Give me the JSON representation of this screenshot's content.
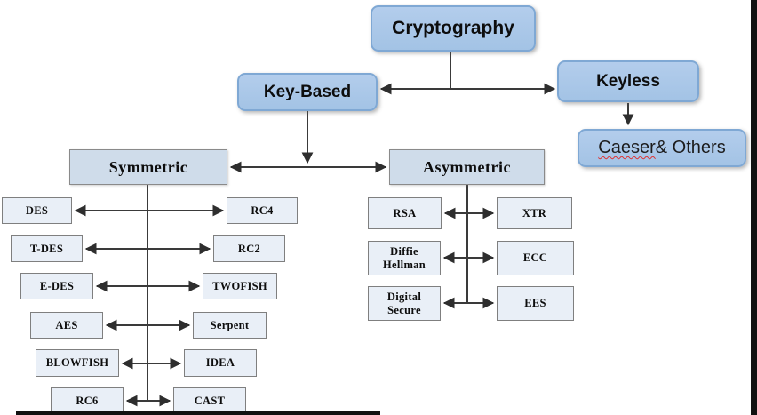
{
  "nodes": {
    "cryptography": "Cryptography",
    "key_based": "Key-Based",
    "keyless": "Keyless",
    "caeser_word": "Caeser",
    "caeser_rest": " & Others"
  },
  "symmetric": {
    "label": "Symmetric",
    "left_items": [
      "DES",
      "T-DES",
      "E-DES",
      "AES",
      "BLOWFISH",
      "RC6"
    ],
    "right_items": [
      "RC4",
      "RC2",
      "TWOFISH",
      "Serpent",
      "IDEA",
      "CAST"
    ]
  },
  "asymmetric": {
    "label": "Asymmetric",
    "left_items": [
      "RSA",
      "Diffie Hellman",
      "Digital Secure"
    ],
    "right_items": [
      "XTR",
      "ECC",
      "EES"
    ]
  },
  "colors": {
    "rounded_node_fill": "#a8c6e7",
    "rounded_node_border": "#7fa8d4",
    "category_fill": "#cfdcea",
    "leaf_fill": "#e9eff7",
    "leaf_border": "#7f7f7f",
    "connector_line": "#3a3a3a",
    "misspell_underline": "#e03030"
  }
}
